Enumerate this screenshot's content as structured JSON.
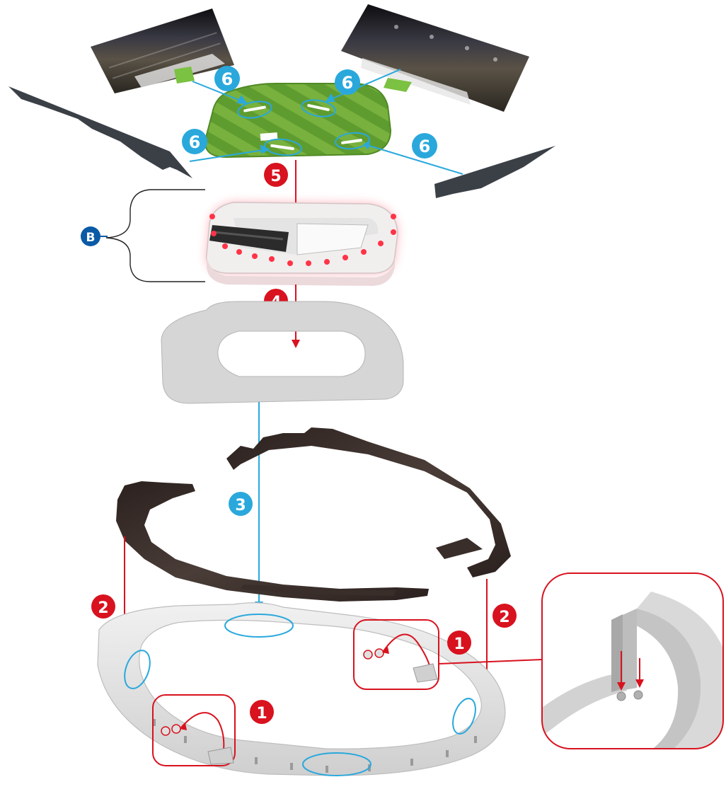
{
  "colors": {
    "blue": "#2aa8dc",
    "red": "#d8121e",
    "navy": "#0a5aa6",
    "grass_light": "#7cb541",
    "grass_dark": "#4f8a25",
    "shell": "#dedede",
    "ring": "#3a2e2a"
  },
  "steps": {
    "s1": "1",
    "s2": "2",
    "s3": "3",
    "s4": "4",
    "s5": "5",
    "s6": "6"
  },
  "section_label": "B"
}
